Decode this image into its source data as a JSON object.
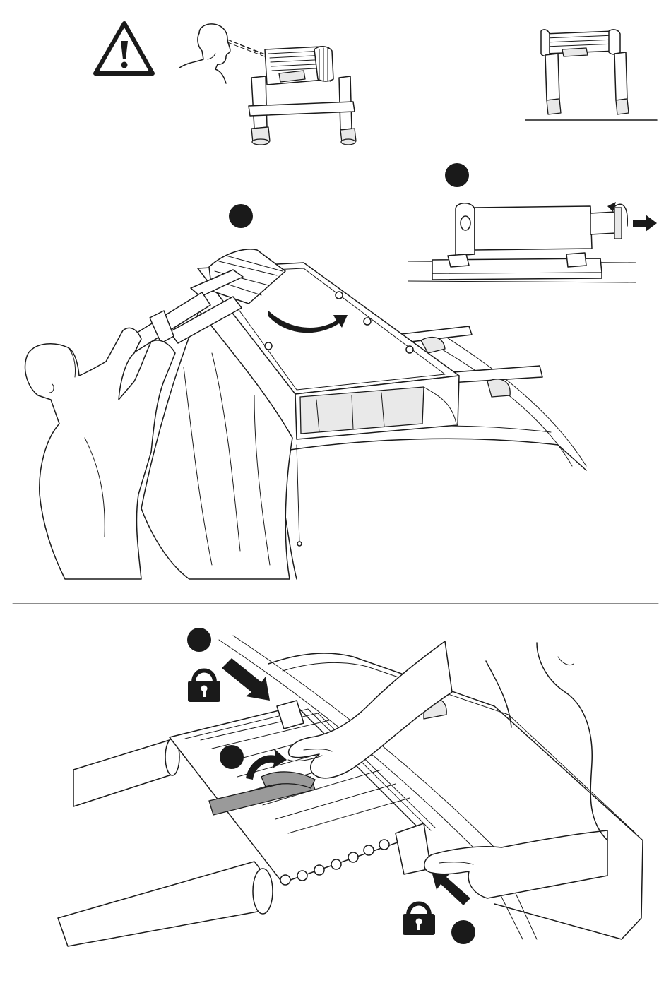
{
  "document": {
    "type": "assembly-instruction-diagram",
    "colors": {
      "ink": "#1a1a1a",
      "fill_light": "#ffffff",
      "fill_mid": "#e6e6e6",
      "fill_dark": "#7a7a7a",
      "strap": "#9a9a9a"
    },
    "top_panel": {
      "warning_icon": "warning-triangle-icon",
      "inspect_icon": "eye-inspect-ladder-icon",
      "reference_icon": "ladder-reference-icon"
    },
    "middle_panel": {
      "step_markers": [
        {
          "id": "step-a",
          "label": ""
        },
        {
          "id": "step-b",
          "label": ""
        }
      ],
      "rotate_arrow_icon": "rotate-arrow-icon",
      "pull_arrow_icon": "pull-right-arrow-icon",
      "hinge_detail_icon": "hinge-pin-detail-icon"
    },
    "bottom_panel": {
      "step_markers": [
        {
          "id": "step-c",
          "label": ""
        },
        {
          "id": "step-d",
          "label": ""
        },
        {
          "id": "step-e",
          "label": ""
        }
      ],
      "lock_icons": [
        "lock-icon",
        "lock-icon"
      ],
      "strap_icon": "strap-wrap-icon"
    }
  }
}
